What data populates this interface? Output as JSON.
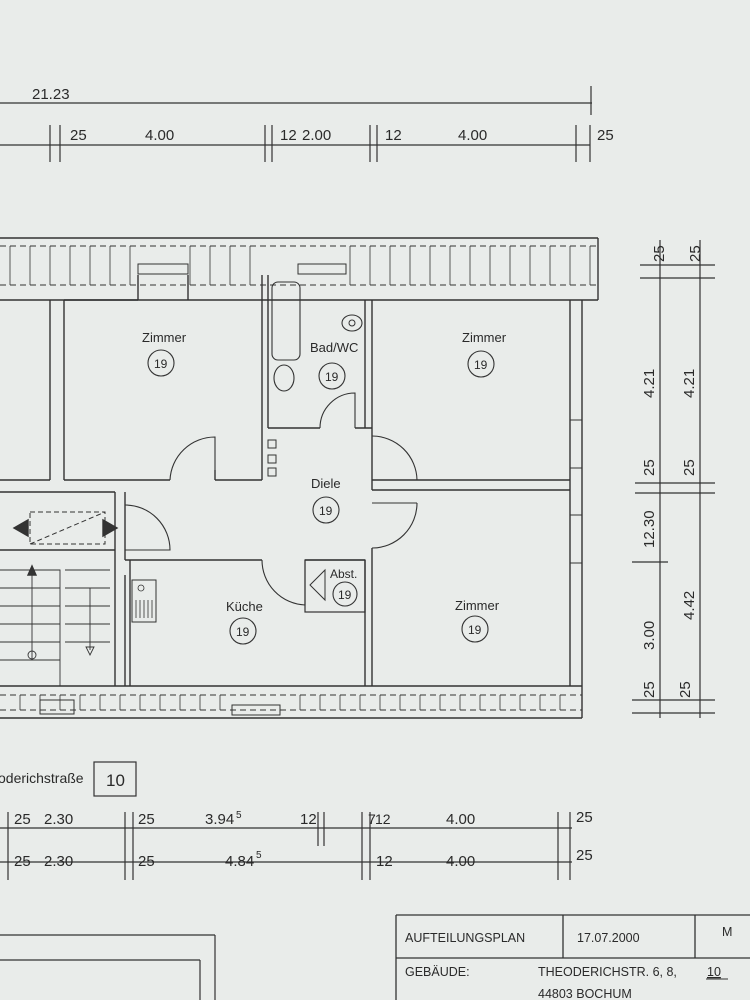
{
  "dims_top": {
    "total": "21.23",
    "d1": "25",
    "d2": "4.00",
    "d3": "12",
    "d4": "2.00",
    "d5": "12",
    "d6": "4.00",
    "d7": "25"
  },
  "dims_right": {
    "a1": "25",
    "a2": "4.21",
    "a3": "25",
    "a4": "12.30",
    "a5": "3.00",
    "a6": "25",
    "b1": "25",
    "b2": "4.21",
    "b3": "25",
    "b4": "4.42",
    "b5": "25"
  },
  "dims_bottom": {
    "r1": [
      "25",
      "2.30",
      "25",
      "3.94",
      "5",
      "12",
      "7",
      "12",
      "4.00",
      "25"
    ],
    "r2": [
      "25",
      "2.30",
      "25",
      "4.84",
      "5",
      "12",
      "4.00",
      "25"
    ]
  },
  "rooms": {
    "zimmer_left": {
      "name": "Zimmer",
      "num": "19"
    },
    "bad": {
      "name": "Bad/WC",
      "num": "19"
    },
    "zimmer_right": {
      "name": "Zimmer",
      "num": "19"
    },
    "diele": {
      "name": "Diele",
      "num": "19"
    },
    "kueche": {
      "name": "Küche",
      "num": "19"
    },
    "abst": {
      "name": "Abst.",
      "num": "19"
    },
    "zimmer_br": {
      "name": "Zimmer",
      "num": "19"
    }
  },
  "street": {
    "name": "oderichstraße",
    "number": "10"
  },
  "title_block": {
    "plan_label": "AUFTEILUNGSPLAN",
    "date": "17.07.2000",
    "sheet": "M",
    "building_label": "GEBÄUDE:",
    "address": "THEODERICHSTR. 6, 8,",
    "address_num": "10",
    "city": "44803 BOCHUM"
  }
}
